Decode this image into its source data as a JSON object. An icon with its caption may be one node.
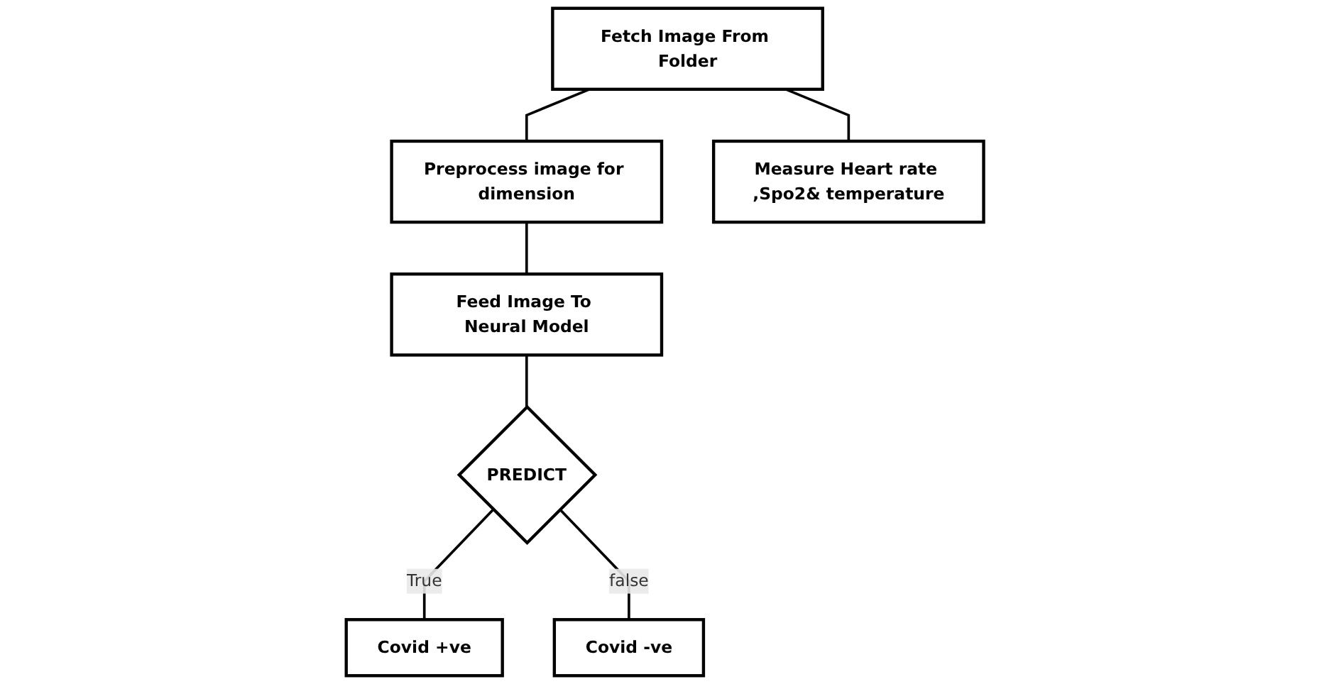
{
  "diagram": {
    "nodes": [
      {
        "text": [
          "Fetch Image From Folder"
        ]
      },
      {
        "text": [
          "Preprocess image for dimension"
        ]
      },
      {
        "text": [
          "Measure Heart rate ,Spo2& temperature"
        ]
      },
      {
        "text": [
          "Feed Image To Neural Model"
        ]
      },
      {
        "text": [
          "PREDICT"
        ]
      },
      {
        "text": [
          "Covid +ve"
        ]
      },
      {
        "text": [
          "Covid -ve"
        ]
      }
    ],
    "edges": [
      {
        "from": 0,
        "to": 1,
        "arrow": "none"
      },
      {
        "from": 0,
        "to": 2,
        "arrow": "none"
      },
      {
        "from": 1,
        "to": 3,
        "arrow": "none"
      },
      {
        "from": 3,
        "to": 4,
        "arrow": "none"
      },
      {
        "from": 4,
        "to": 5,
        "arrow": "none",
        "label": "True"
      },
      {
        "from": 4,
        "to": 6,
        "arrow": "none",
        "label": "false"
      }
    ]
  }
}
